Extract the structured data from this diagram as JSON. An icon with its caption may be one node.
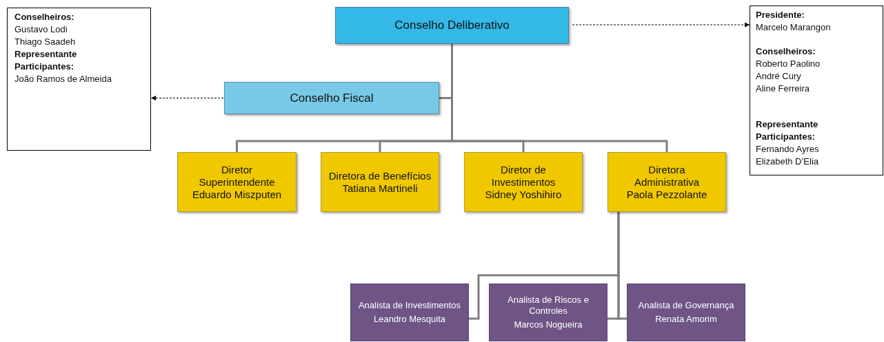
{
  "diagram": {
    "nodes": [
      {
        "text": [
          "Conselho Deliberativo"
        ]
      },
      {
        "text": [
          "Presidente:",
          "Marcelo Marangon",
          "Conselheiros:",
          "Roberto Paolino",
          "André Cury",
          "Aline Ferreira",
          "Representante Participantes:",
          "Fernando Ayres",
          "Elizabeth D’Elia"
        ]
      },
      {
        "text": [
          "Conselho Fiscal"
        ]
      },
      {
        "text": [
          "Conselheiros:",
          "Gustavo Lodi",
          "Thiago Saadeh",
          "Representante Participantes:",
          "João Ramos de Almeida"
        ]
      },
      {
        "text": [
          "Diretor Superintendente",
          "Eduardo Miszputen"
        ]
      },
      {
        "text": [
          "Diretora de Benefícios",
          "Tatiana Martineli"
        ]
      },
      {
        "text": [
          "Diretor de Investimentos",
          "Sidney Yoshihiro"
        ]
      },
      {
        "text": [
          "Diretora Administrativa",
          "Paola Pezzolante"
        ]
      },
      {
        "text": [
          "Analista de Investimentos",
          "Leandro Mesquita"
        ]
      },
      {
        "text": [
          "Analista de Riscos e Controles",
          "Marcos Nogueira"
        ]
      },
      {
        "text": [
          "Analista de Governança",
          "Renata Amorim"
        ]
      }
    ],
    "edges": [
      {
        "from": 0,
        "to": 1,
        "arrow": "to",
        "style": "dashed",
        "color": "#000000"
      },
      {
        "from": 2,
        "to": 3,
        "arrow": "to",
        "style": "dashed",
        "color": "#000000"
      },
      {
        "from": 0,
        "to": 2,
        "arrow": "none"
      },
      {
        "from": 0,
        "to": 4,
        "arrow": "none"
      },
      {
        "from": 0,
        "to": 5,
        "arrow": "none"
      },
      {
        "from": 0,
        "to": 6,
        "arrow": "none"
      },
      {
        "from": 0,
        "to": 7,
        "arrow": "none"
      },
      {
        "from": 7,
        "to": 8,
        "arrow": "none"
      },
      {
        "from": 7,
        "to": 9,
        "arrow": "none"
      },
      {
        "from": 7,
        "to": 10,
        "arrow": "none"
      }
    ]
  }
}
